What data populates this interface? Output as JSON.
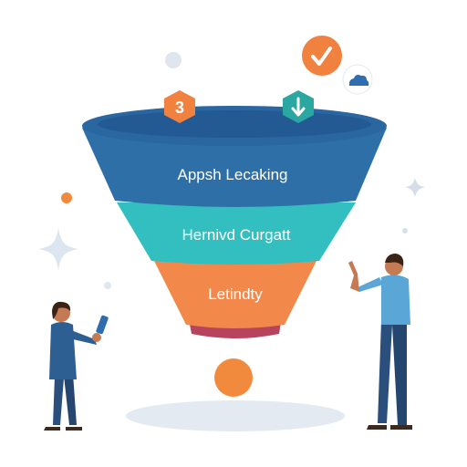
{
  "funnel": {
    "stages": [
      {
        "label": "Appsh Lecaking",
        "color": "#2e6fa8"
      },
      {
        "label": "Hernivd Curgatt",
        "color": "#33bfc0"
      },
      {
        "label": "Letindty",
        "color": "#f2894a"
      },
      {
        "label": "",
        "color": "#b8435c"
      }
    ],
    "rim_color": "#2a66a0"
  },
  "badges": {
    "number_badge": {
      "text": "3",
      "color": "#f0813f"
    },
    "download_badge": {
      "icon": "arrow-down-icon",
      "color": "#2aa7a0"
    },
    "check_badge": {
      "icon": "check-icon",
      "color": "#f0813f"
    },
    "cloud_badge": {
      "icon": "cloud-icon",
      "color": "#2f6db0"
    }
  },
  "colors": {
    "accent_orange": "#f28a3e",
    "skin": "#c47a52",
    "hair": "#3b2416",
    "shirt_dark": "#2e5f93",
    "shirt_light": "#5aa6d6",
    "pants": "#2b4f7c",
    "shadow": "#e3eaf1"
  }
}
